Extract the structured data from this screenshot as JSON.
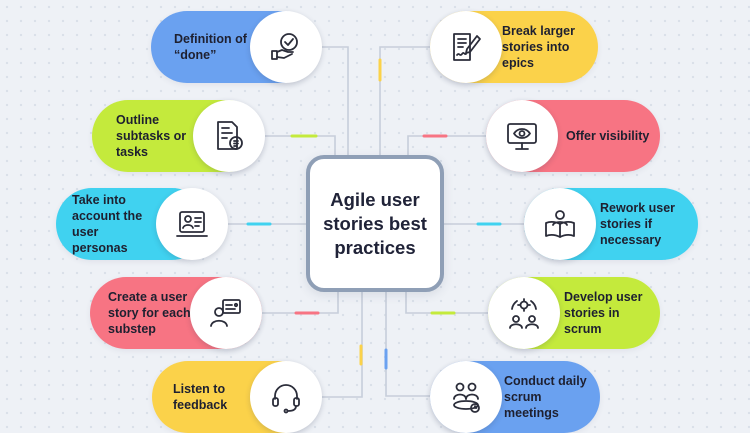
{
  "title": "Agile user stories best practices",
  "colors": {
    "blue": "#6aa1f0",
    "yellow": "#fbd24a",
    "green": "#c4ea3c",
    "cyan": "#40d2f0",
    "pink": "#f77483",
    "connector": "#c7ceda",
    "border": "#8f9fb6"
  },
  "practices": {
    "left": [
      {
        "text": "Definition of “done”",
        "color": "blue",
        "icon": "checkmark-badge-icon"
      },
      {
        "text": "Outline subtasks or tasks",
        "color": "green",
        "icon": "task-list-document-icon"
      },
      {
        "text": "Take into account the user personas",
        "color": "cyan",
        "icon": "user-persona-profile-icon"
      },
      {
        "text": "Create a user story for each substep",
        "color": "pink",
        "icon": "user-presentation-icon"
      },
      {
        "text": "Listen to feedback",
        "color": "yellow",
        "icon": "headset-icon"
      }
    ],
    "right": [
      {
        "text": "Break larger stories into epics",
        "color": "yellow",
        "icon": "document-signature-icon"
      },
      {
        "text": "Offer visibility",
        "color": "pink",
        "icon": "monitor-eye-icon"
      },
      {
        "text": "Rework user stories if necessary",
        "color": "cyan",
        "icon": "user-reading-book-icon"
      },
      {
        "text": "Develop user stories in scrum",
        "color": "green",
        "icon": "team-gear-cycle-icon"
      },
      {
        "text": "Conduct daily scrum meetings",
        "color": "blue",
        "icon": "meeting-group-icon"
      }
    ]
  }
}
